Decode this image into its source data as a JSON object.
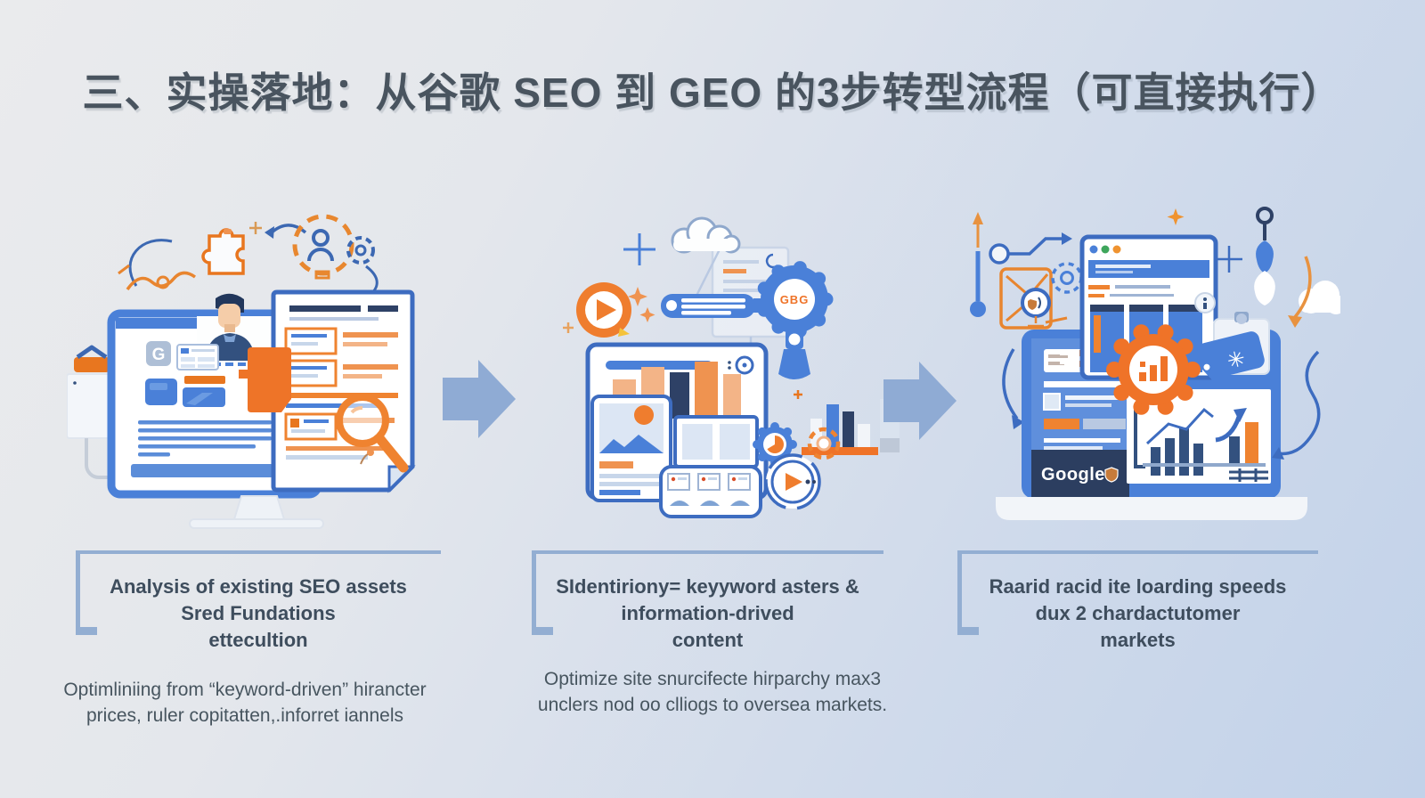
{
  "title": "三、实操落地：从谷歌 SEO 到 GEO 的3步转型流程（可直接执行）",
  "steps": [
    {
      "name": "seo-asset-analysis",
      "caption_lines": [
        "Analysis of existing SEO assets",
        "Sred Fundations",
        "ettecultion"
      ],
      "note_lines": [
        "Optimliniing from “keyword-driven” hirancter",
        "prices, ruler copitatten,.inforret iannels"
      ],
      "illustration": {
        "browser_logo_letter": "G",
        "icons": [
          "monitor",
          "person-avatar",
          "audit-document",
          "bookmark-ribbon",
          "magnifier",
          "puzzle-piece",
          "user-dashed-circle",
          "gear-outline",
          "printer-box"
        ]
      }
    },
    {
      "name": "keyword-content-strategy",
      "caption_lines": [
        "SIdentiriony= keyyword asters &",
        "information-drived",
        "content"
      ],
      "note_lines": [
        "Optimize site snurcifecte hirparchy max3",
        "unclers nod oo clliogs to oversea markets."
      ],
      "illustration": {
        "key_gear_label": "GBG",
        "icons": [
          "cloud",
          "keyword-key",
          "gear-key-head",
          "browser-bar-chart",
          "photo-card",
          "two-pane-window",
          "video-strip",
          "play-button",
          "pie-gear",
          "dashed-ring",
          "mini-bar-chart"
        ]
      }
    },
    {
      "name": "site-speed-optimization",
      "caption_lines": [
        "Raarid racid ite loarding speeds",
        "dux 2 chardactutomer",
        "markets"
      ],
      "note_lines": [],
      "illustration": {
        "brand_label": "Google",
        "icons": [
          "laptop",
          "browser-window",
          "orange-gear-analytics",
          "price-tag",
          "growth-chart-card",
          "clipboard",
          "magnifier-target-box",
          "gear-outline",
          "location-pendulum",
          "cloud",
          "thermometer",
          "zigzag-arrow"
        ]
      }
    }
  ],
  "connectors": [
    "arrow-right",
    "arrow-right"
  ],
  "colors": {
    "background_start": "#eaebed",
    "background_end": "#c2d2e9",
    "primary_blue": "#4a80d8",
    "navy": "#2e4166",
    "accent_orange": "#ee7428",
    "flow_arrow": "#8fabd4",
    "bracket": "#93aed2",
    "title_text": "#49545f",
    "caption_text": "#3e4d5d"
  }
}
